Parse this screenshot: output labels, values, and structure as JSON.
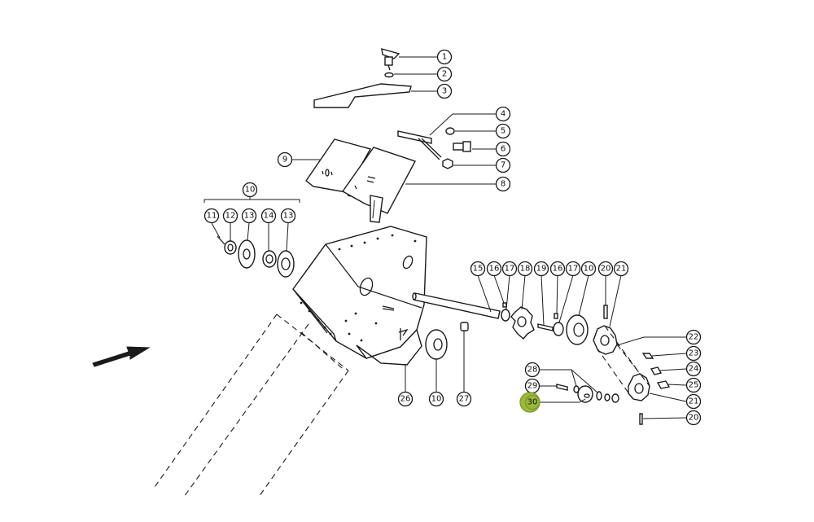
{
  "diagram": {
    "highlight_color": "#9bb83c",
    "callouts": [
      {
        "id": "c1",
        "label": "1"
      },
      {
        "id": "c2",
        "label": "2"
      },
      {
        "id": "c3",
        "label": "3"
      },
      {
        "id": "c4",
        "label": "4"
      },
      {
        "id": "c5",
        "label": "5"
      },
      {
        "id": "c6",
        "label": "6"
      },
      {
        "id": "c7",
        "label": "7"
      },
      {
        "id": "c8",
        "label": "8"
      },
      {
        "id": "c9",
        "label": "9"
      },
      {
        "id": "c10a",
        "label": "10"
      },
      {
        "id": "c11",
        "label": "11"
      },
      {
        "id": "c12",
        "label": "12"
      },
      {
        "id": "c13a",
        "label": "13"
      },
      {
        "id": "c14",
        "label": "14"
      },
      {
        "id": "c13b",
        "label": "13"
      },
      {
        "id": "c15",
        "label": "15"
      },
      {
        "id": "c16a",
        "label": "16"
      },
      {
        "id": "c17a",
        "label": "17"
      },
      {
        "id": "c18",
        "label": "18"
      },
      {
        "id": "c19",
        "label": "19"
      },
      {
        "id": "c16b",
        "label": "16"
      },
      {
        "id": "c17b",
        "label": "17"
      },
      {
        "id": "c10b",
        "label": "10"
      },
      {
        "id": "c20a",
        "label": "20"
      },
      {
        "id": "c21a",
        "label": "21"
      },
      {
        "id": "c22",
        "label": "22"
      },
      {
        "id": "c23",
        "label": "23"
      },
      {
        "id": "c24",
        "label": "24"
      },
      {
        "id": "c25",
        "label": "25"
      },
      {
        "id": "c21b",
        "label": "21"
      },
      {
        "id": "c20b",
        "label": "20"
      },
      {
        "id": "c26",
        "label": "26"
      },
      {
        "id": "c10c",
        "label": "10"
      },
      {
        "id": "c27",
        "label": "27"
      },
      {
        "id": "c28",
        "label": "28"
      },
      {
        "id": "c29",
        "label": "29"
      },
      {
        "id": "c30",
        "label": "30",
        "highlighted": true
      }
    ]
  }
}
